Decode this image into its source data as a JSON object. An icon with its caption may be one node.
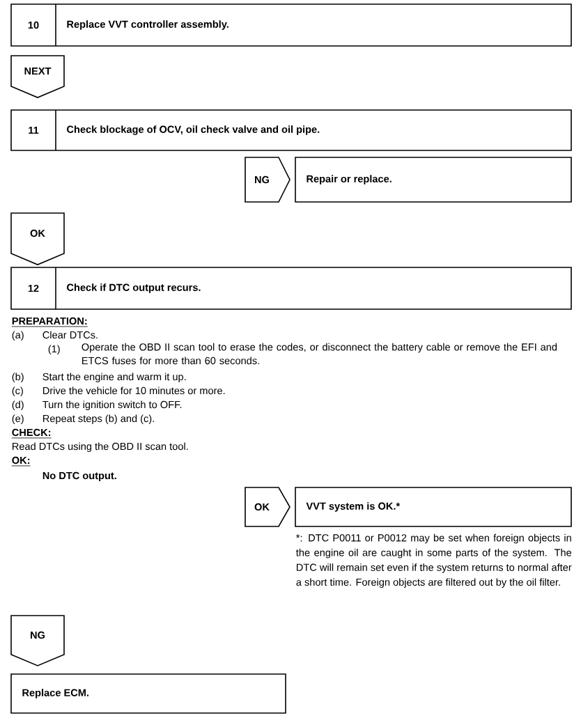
{
  "diagram": {
    "nodes": [
      {
        "text": [
          "10",
          "Replace VVT controller assembly."
        ]
      },
      {
        "text": [
          "NEXT"
        ]
      },
      {
        "text": [
          "11",
          "Check blockage of OCV, oil check valve and oil pipe."
        ]
      },
      {
        "text": [
          "NG"
        ]
      },
      {
        "text": [
          "Repair or replace."
        ]
      },
      {
        "text": [
          "OK"
        ]
      },
      {
        "text": [
          "12",
          "Check if DTC output recurs."
        ]
      },
      {
        "text": [
          "OK"
        ]
      },
      {
        "text": [
          "VVT system is OK.*"
        ],
        "beside": [
          "*: DTC P0011 or P0012 may be set when foreign objects in the engine oil are caught in some parts of the system. The DTC will remain set even if the system returns to normal after a short time. Foreign objects are filtered out by the oil filter."
        ]
      },
      {
        "text": [
          "NG"
        ]
      },
      {
        "text": [
          "Replace ECM."
        ]
      }
    ],
    "labels": [
      "PREPARATION:",
      "(a)",
      "Clear DTCs.",
      "(1)",
      "Operate the OBD II scan tool to erase the codes, or disconnect the battery cable or remove the EFI and ETCS fuses for more than 60 seconds.",
      "(b)",
      "Start the engine and warm it up.",
      "(c)",
      "Drive the vehicle for 10 minutes or more.",
      "(d)",
      "Turn the ignition switch to OFF.",
      "(e)",
      "Repeat steps (b) and (c).",
      "CHECK:",
      "Read DTCs using the OBD II scan tool.",
      "OK:",
      "No DTC output."
    ]
  }
}
